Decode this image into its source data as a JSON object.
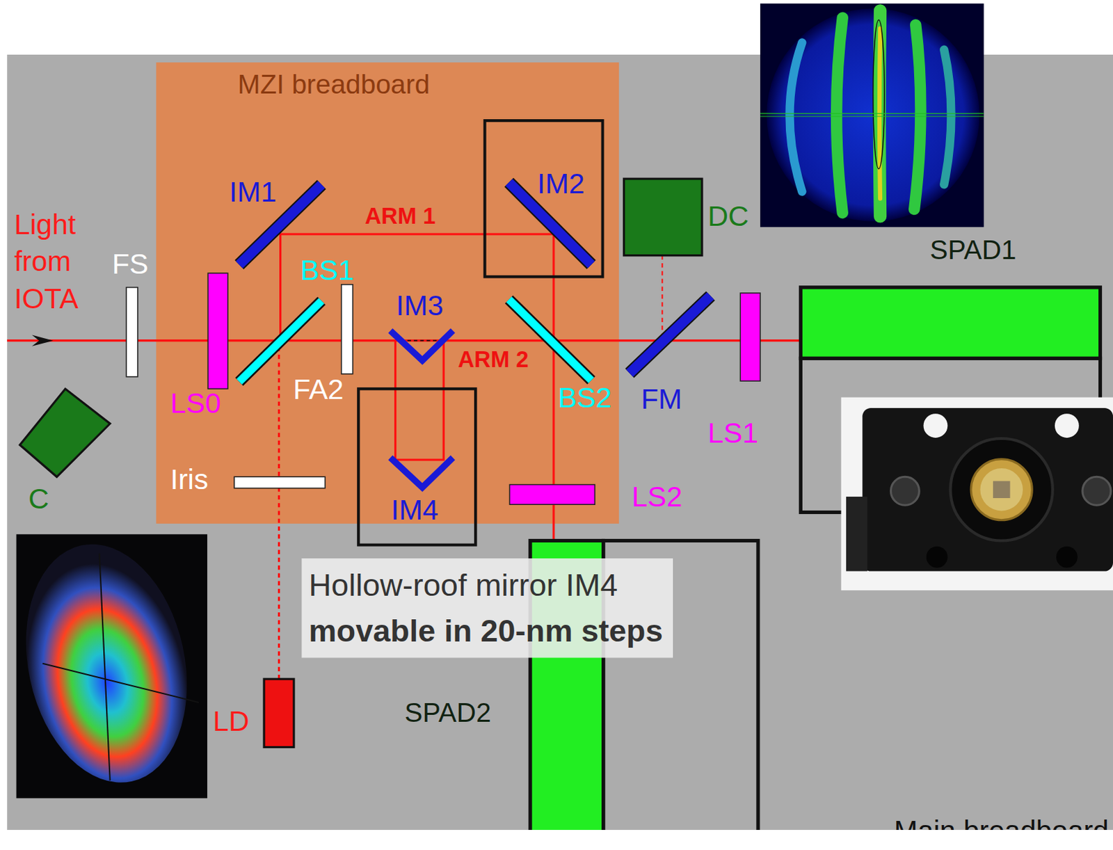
{
  "diagram": {
    "nodes": [
      {
        "text": [
          "Main breadboard"
        ]
      },
      {
        "text": [
          "MZI breadboard"
        ],
        "in": 0
      },
      {
        "text": [
          "Hollow-roof mirror IM4",
          "movable in 20-nm steps"
        ],
        "in": 0
      }
    ],
    "labels": [
      "Light from IOTA",
      "FS",
      "LS0",
      "IM1",
      "BS1",
      "FA2",
      "IM3",
      "ARM 1",
      "ARM 2",
      "IM2",
      "DC",
      "SPAD1",
      "BS2",
      "FM",
      "LS1",
      "C",
      "Iris",
      "IM4",
      "LS2",
      "LD",
      "SPAD2"
    ]
  }
}
